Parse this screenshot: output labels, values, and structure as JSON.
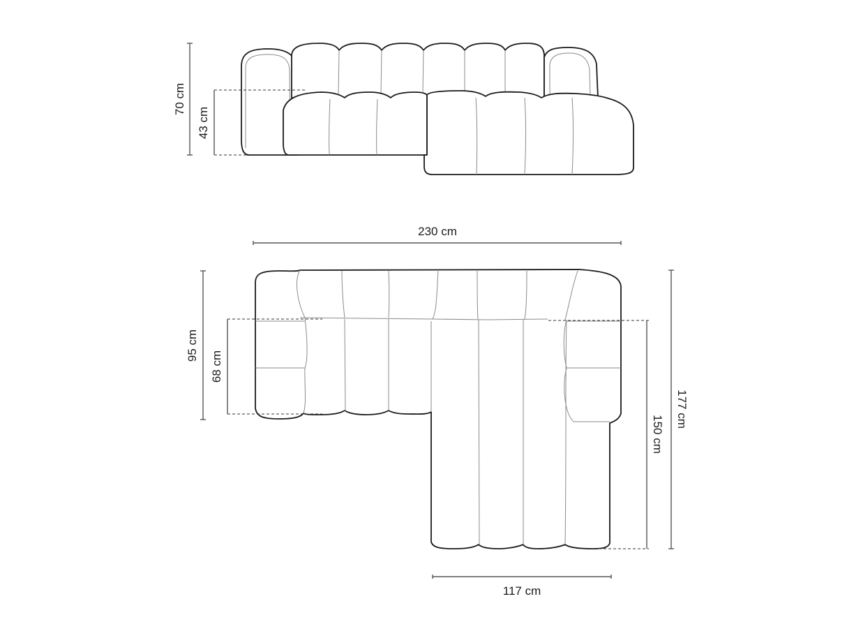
{
  "diagram": {
    "title": "Corner sofa dimension drawing",
    "views": [
      "front-view",
      "top-view"
    ],
    "front_view": {
      "dimensions": {
        "total_height": "70 cm",
        "seat_height": "43 cm"
      }
    },
    "top_view": {
      "dimensions": {
        "total_width": "230 cm",
        "depth": "95 cm",
        "seat_depth": "68 cm",
        "chaise_length": "177 cm",
        "chaise_seat_length": "150 cm",
        "chaise_width": "117 cm"
      }
    },
    "colors": {
      "outline": "#1a1a1a",
      "seam": "#8a8a8a",
      "dimension_line": "#555555",
      "background": "#ffffff"
    }
  }
}
